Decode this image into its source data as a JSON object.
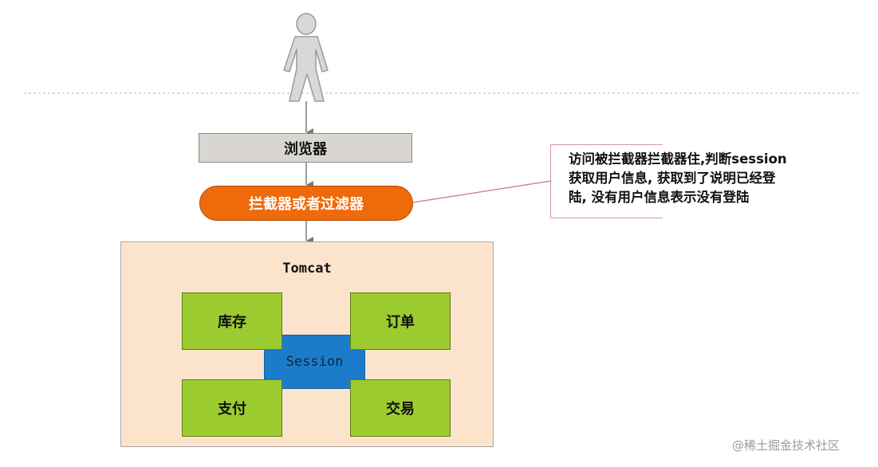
{
  "browser": {
    "label": "浏览器"
  },
  "interceptor": {
    "label": "拦截器或者过滤器"
  },
  "note": {
    "lines": [
      "访问被拦截器拦截器住,判断session",
      "获取用户信息, 获取到了说明已经登",
      "陆, 没有用户信息表示没有登陆"
    ]
  },
  "tomcat": {
    "title": "Tomcat",
    "session_label": "Session",
    "modules": [
      "库存",
      "订单",
      "支付",
      "交易"
    ]
  },
  "watermark": "@稀土掘金技术社区",
  "icons": {
    "user": "person-icon"
  },
  "colors": {
    "interceptor": "#ef6a0a",
    "browser": "#d9d6d2",
    "tomcat": "#fce4cc",
    "session": "#1c7ccc",
    "module": "#9ccb2f",
    "note_border": "#c9767a"
  }
}
